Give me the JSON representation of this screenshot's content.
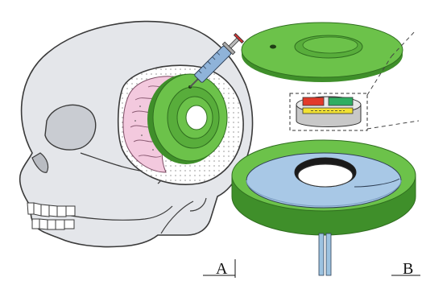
{
  "figure": {
    "panels": [
      {
        "id": "A",
        "label": "A"
      },
      {
        "id": "B",
        "label": "B"
      }
    ],
    "colors": {
      "skull_fill": "#e4e6ea",
      "skull_outline": "#3a3a3a",
      "brain_fill": "#f3c9de",
      "implant_green": "#6cc24a",
      "implant_green_dark": "#3f8f2a",
      "implant_blue": "#a8c8e6",
      "syringe_blue": "#8fb3d9",
      "sensor_red": "#e23a2a",
      "sensor_green": "#2fae62",
      "sensor_yellow": "#f2e233",
      "tube_blue": "#9dc3e0"
    },
    "icons": [
      "skull-drawing",
      "brain-region",
      "implant-device",
      "syringe-icon",
      "lid-disc",
      "sensor-module",
      "base-ring",
      "fluid-tubes"
    ]
  }
}
